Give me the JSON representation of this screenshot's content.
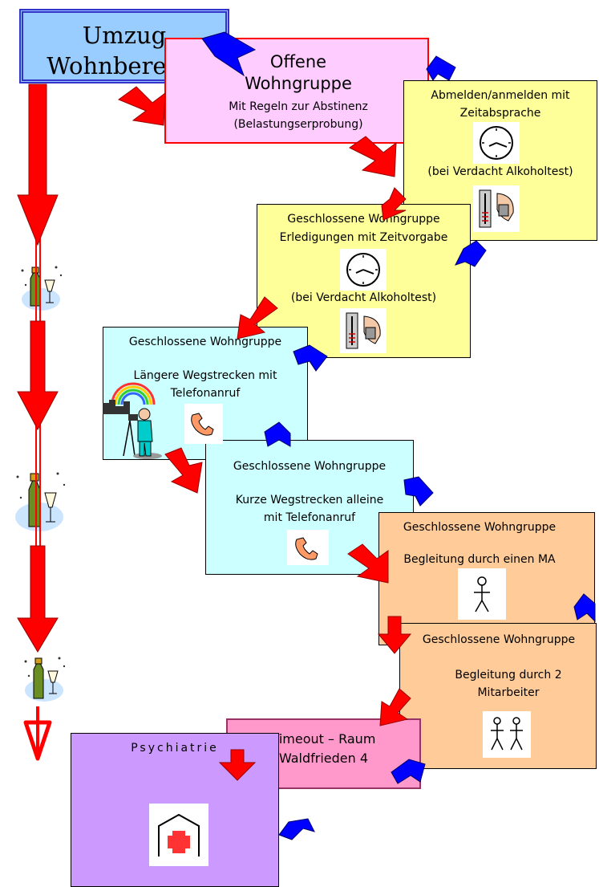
{
  "boxes": {
    "start": {
      "line1": "Umzug",
      "line2": "Wohnbereich",
      "color": "#99ccff"
    },
    "offen": {
      "title1": "Offene",
      "title2": "Wohngruppe",
      "sub1": "Mit Regeln zur Abstinenz",
      "sub2": "(Belastungserprobung)",
      "color": "#ffccff",
      "border": "#ff0000"
    },
    "abmelden": {
      "title1": "Abmelden/anmelden mit",
      "title2": "Zeitabsprache",
      "note": "(bei Verdacht Alkoholtest)",
      "color": "#ffff99"
    },
    "geschlossen_zeit": {
      "title1": "Geschlossene Wohngruppe",
      "title2": "Erledigungen mit Zeitvorgabe",
      "note": "(bei Verdacht Alkoholtest)",
      "color": "#ffff99"
    },
    "geschlossen_lang": {
      "title": "Geschlossene Wohngruppe",
      "sub1": "Längere Wegstrecken mit",
      "sub2": "Telefonanruf",
      "color": "#ccffff"
    },
    "geschlossen_kurz": {
      "title": "Geschlossene Wohngruppe",
      "sub1": "Kurze Wegstrecken alleine",
      "sub2": "mit Telefonanruf",
      "color": "#ccffff"
    },
    "geschlossen_ma": {
      "title": "Geschlossene Wohngruppe",
      "sub": "Begleitung durch einen MA",
      "color": "#ffcc99"
    },
    "geschlossen_2ma": {
      "title": "Geschlossene Wohngruppe",
      "sub1": "Begleitung durch 2",
      "sub2": "Mitarbeiter",
      "color": "#ffcc99"
    },
    "timeout": {
      "line1": "Timeout – Raum",
      "line2": "Waldfrieden 4",
      "color": "#ff99cc",
      "border": "#993366"
    },
    "psychiatrie": {
      "title": "Psychiatrie",
      "color": "#cc99ff"
    }
  },
  "icons": {
    "clock": "clock-icon",
    "breathalyzer": "breathalyzer-icon",
    "phone": "phone-icon",
    "person": "person-icon",
    "two_persons": "two-persons-icon",
    "hospital": "hospital-icon",
    "champagne": "champagne-icon",
    "photographer": "photographer-icon"
  },
  "arrow_colors": {
    "down": "#ff0000",
    "up": "#0000ff"
  }
}
